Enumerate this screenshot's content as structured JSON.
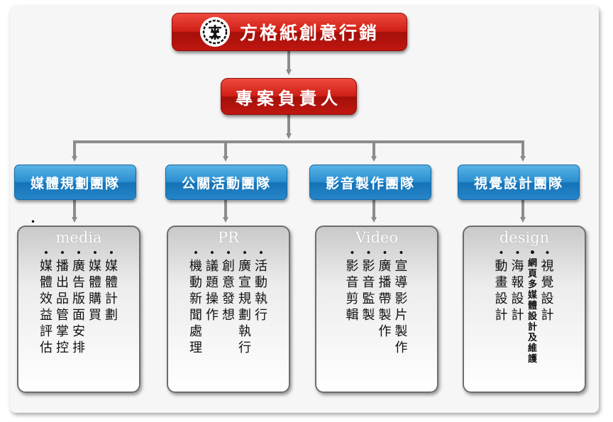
{
  "company": {
    "name": "方格紙創意行銷",
    "logo_icon": "company-seal-logo"
  },
  "manager": {
    "label": "專案負責人"
  },
  "teams": [
    {
      "name": "媒體規劃團隊",
      "card_title": "media",
      "columns": [
        "媒體效益評估",
        "播出品管掌控",
        "廣告版面安排",
        "媒體購買",
        "媒體計劃"
      ]
    },
    {
      "name": "公關活動團隊",
      "card_title": "PR",
      "columns": [
        "機動新聞處理",
        "議題操作",
        "創意發想",
        "廣宣規劃執行",
        "活動執行"
      ]
    },
    {
      "name": "影音製作團隊",
      "card_title": "Video",
      "columns": [
        "影音剪輯",
        "影音監製",
        "廣播帶製作",
        "宣導影片製作"
      ]
    },
    {
      "name": "視覺設計團隊",
      "card_title": "design",
      "columns": [
        "動畫設計",
        "海報設計",
        "網頁多媒體設計及維護",
        "視覺設計"
      ]
    }
  ],
  "bullet_char": "•",
  "colors": {
    "red": "#d01f16",
    "blue": "#2b8fd0",
    "connector": "#8c8c8c"
  }
}
